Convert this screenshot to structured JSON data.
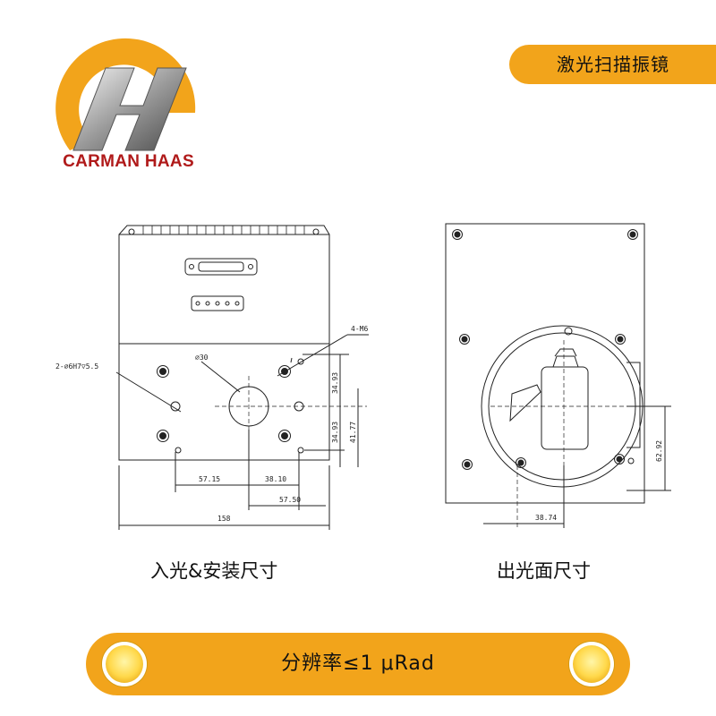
{
  "brand": {
    "name": "CARMAN HAAS",
    "logo_letter": "H"
  },
  "header": {
    "product_title": "激光扫描振镜"
  },
  "views": [
    {
      "caption": "入光&安装尺寸",
      "annotations": {
        "hole_spec": "2-⌀6H7▽5.5",
        "port_dia": "⌀30",
        "thread": "4-M6",
        "dim_v1": "34.93",
        "dim_v2": "34.93",
        "dim_v3": "41.77",
        "dim_h1": "57.15",
        "dim_h2": "38.10",
        "dim_h3": "57.50",
        "dim_total": "158"
      }
    },
    {
      "caption": "出光面尺寸",
      "annotations": {
        "dim_v": "62.92",
        "dim_h": "38.74"
      }
    }
  ],
  "footer": {
    "spec": "分辨率≤1 μRad"
  },
  "colors": {
    "accent": "#f2a41b",
    "brand_red": "#b01a1a"
  }
}
